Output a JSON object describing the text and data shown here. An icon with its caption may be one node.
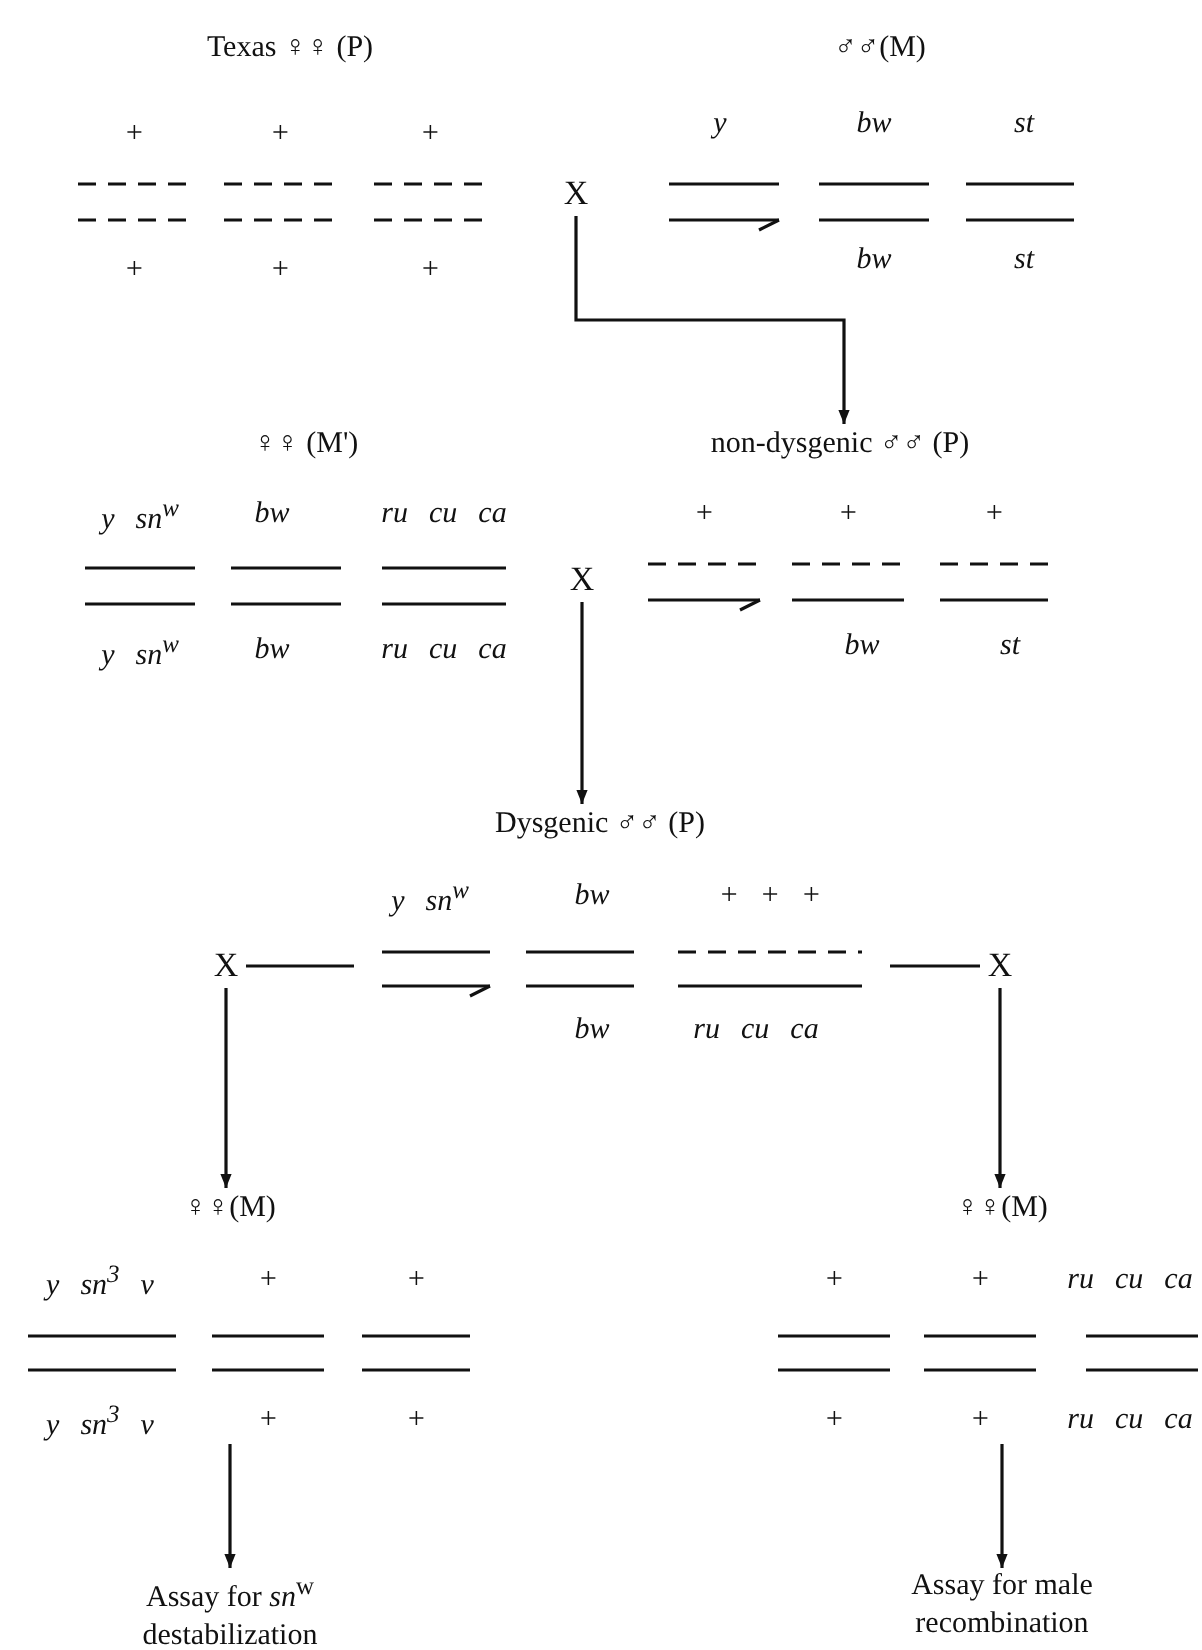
{
  "diagram": {
    "nodes": [
      {
        "text": [
          "Texas ♀♀ (P)"
        ]
      },
      {
        "text": [
          "♂♂(M)"
        ]
      },
      {
        "text": [
          "X"
        ]
      },
      {
        "text": [
          "♀♀ (M')"
        ]
      },
      {
        "text": [
          "non-dysgenic ♂♂ (P)"
        ]
      },
      {
        "text": [
          "X"
        ]
      },
      {
        "text": [
          "Dysgenic ♂♂ (P)"
        ]
      },
      {
        "text": [
          "X"
        ]
      },
      {
        "text": [
          "X"
        ]
      },
      {
        "text": [
          "♀♀(M)"
        ]
      },
      {
        "text": [
          "♀♀(M)"
        ]
      },
      {
        "text": [
          "Assay for *sn*$^{w}$ destabilization"
        ]
      },
      {
        "text": [
          "Assay for male recombination"
        ]
      }
    ],
    "edges": [
      {
        "from": 2,
        "to": 4,
        "arrow": "to"
      },
      {
        "from": 5,
        "to": 6,
        "arrow": "to"
      },
      {
        "from": 7,
        "to": 6,
        "arrow": "none"
      },
      {
        "from": 6,
        "to": 8,
        "arrow": "none"
      },
      {
        "from": 7,
        "to": 9,
        "arrow": "to"
      },
      {
        "from": 8,
        "to": 10,
        "arrow": "to"
      },
      {
        "from": 9,
        "to": 11,
        "arrow": "to"
      },
      {
        "from": 10,
        "to": 12,
        "arrow": "to"
      }
    ],
    "labels": [
      "+",
      "+",
      "+",
      "+",
      "+",
      "+",
      "y",
      "bw",
      "st",
      "bw",
      "st",
      "y sn$^{w}$",
      "bw",
      "ru cu ca",
      "y sn$^{w}$",
      "bw",
      "ru cu ca",
      "+",
      "+",
      "+",
      "bw",
      "st",
      "y sn$^{w}$",
      "bw",
      "+ + +",
      "bw",
      "ru cu ca",
      "y sn$^{3}$ v",
      "+",
      "+",
      "y sn$^{3}$ v",
      "+",
      "+",
      "+",
      "+",
      "ru cu ca",
      "+",
      "+",
      "ru cu ca"
    ]
  }
}
